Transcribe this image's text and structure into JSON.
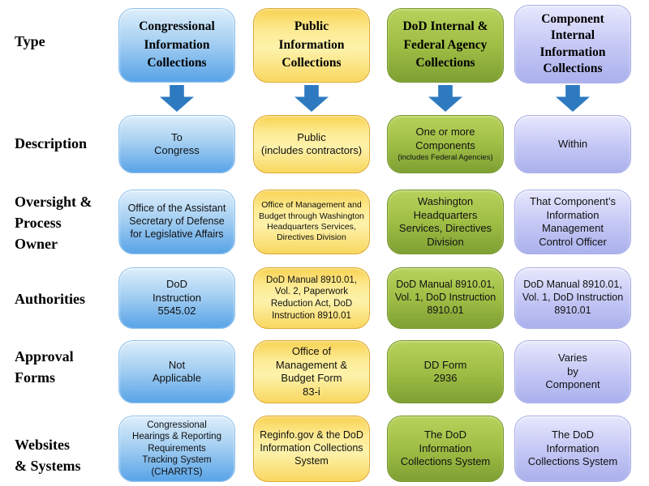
{
  "row_labels": {
    "type": "Type",
    "description": "Description",
    "oversight": "Oversight &\nProcess\nOwner",
    "authorities": "Authorities",
    "approval": "Approval\nForms",
    "websites": "Websites\n& Systems"
  },
  "colors": {
    "blue": "#58a3e7",
    "yellow": "#f9d75f",
    "green": "#8fb33c",
    "purple": "#aab0ec",
    "arrow": "#2e7ac1"
  },
  "columns": [
    {
      "id": "congressional",
      "color": "blue",
      "header": "Congressional\nInformation\nCollections",
      "cells": {
        "description": "To\nCongress",
        "oversight": "Office of the Assistant\nSecretary of Defense\nfor Legislative Affairs",
        "authorities": "DoD\nInstruction\n5545.02",
        "approval_forms": "Not\nApplicable",
        "websites": "Congressional\nHearings & Reporting\nRequirements\nTracking System\n(CHARRTS)"
      }
    },
    {
      "id": "public",
      "color": "yellow",
      "header": "Public\nInformation\nCollections",
      "cells": {
        "description": "Public\n(includes contractors)",
        "oversight": "Office of Management and\nBudget through Washington\nHeadquarters Services,\nDirectives Division",
        "authorities": "DoD Manual 8910.01,\nVol. 2, Paperwork\nReduction Act, DoD\nInstruction 8910.01",
        "approval_forms": "Office of\nManagement &\nBudget Form\n83-i",
        "websites": "Reginfo.gov & the DoD\nInformation Collections\nSystem"
      }
    },
    {
      "id": "dod-internal-federal",
      "color": "green",
      "header": "DoD Internal &\nFederal Agency\nCollections",
      "cells": {
        "description": "One or more\nComponents",
        "description_note": "(includes Federal Agencies)",
        "oversight": "Washington\nHeadquarters\nServices, Directives\nDivision",
        "authorities": "DoD Manual 8910.01,\nVol. 1, DoD Instruction\n8910.01",
        "approval_forms": "DD Form\n2936",
        "websites": "The DoD\nInformation\nCollections System"
      }
    },
    {
      "id": "component-internal",
      "color": "purple",
      "header": "Component\nInternal\nInformation\nCollections",
      "cells": {
        "description": "Within",
        "oversight": "That Component’s\nInformation\nManagement\nControl Officer",
        "authorities": "DoD Manual 8910.01,\nVol. 1, DoD Instruction\n8910.01",
        "approval_forms": "Varies\nby\nComponent",
        "websites": "The DoD\nInformation\nCollections System"
      }
    }
  ]
}
